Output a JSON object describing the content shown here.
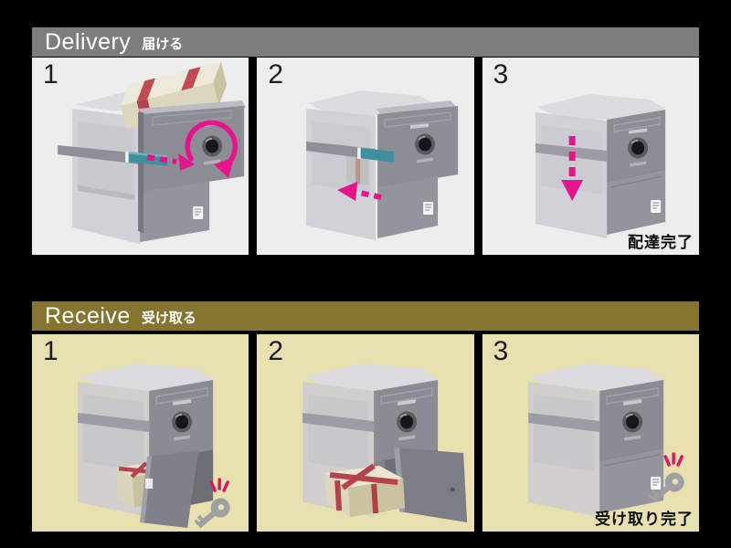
{
  "app": {
    "background_color": "#000000"
  },
  "sections": [
    {
      "id": "delivery",
      "title": "Delivery",
      "subtitle": "届ける",
      "header_color": "#7d7d7d",
      "panel_color": "#ededed",
      "steps": [
        "1",
        "2",
        "3"
      ],
      "completion_caption": "配達完了"
    },
    {
      "id": "receive",
      "title": "Receive",
      "subtitle": "受け取る",
      "header_color": "#867431",
      "panel_color": "#e9e0b0",
      "steps": [
        "1",
        "2",
        "3"
      ],
      "completion_caption": "受け取り完了"
    }
  ],
  "colors": {
    "accent_arrow": "#e6138a",
    "key_shine": "#d81b60",
    "box_door_gray": "#8d8d95",
    "box_shell_gray": "#cbcbd2",
    "rail_teal": "#3f8fa0",
    "package_cream": "#ece9da",
    "ribbon_red": "#b5424d",
    "caption_text": "#0d0d0d"
  },
  "icons": [
    "key-icon",
    "shine-icon",
    "rotate-arrow-icon",
    "slide-out-arrow-icon",
    "slide-in-arrow-icon",
    "drop-arrow-icon",
    "dial-icon",
    "brand-tag"
  ]
}
